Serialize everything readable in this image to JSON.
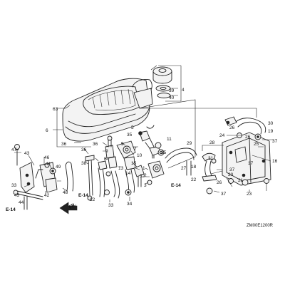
{
  "diagram": {
    "code": "ZM00E1200R",
    "fr_label": "FR.",
    "callouts": [
      {
        "id": "c4",
        "text": "4"
      },
      {
        "id": "c39",
        "text": "39"
      },
      {
        "id": "c40",
        "text": "40"
      },
      {
        "id": "c63",
        "text": "63"
      },
      {
        "id": "c6",
        "text": "6"
      },
      {
        "id": "c36a",
        "text": "36"
      },
      {
        "id": "c36b",
        "text": "36"
      },
      {
        "id": "c35",
        "text": "35"
      },
      {
        "id": "c11",
        "text": "11"
      },
      {
        "id": "c5",
        "text": "5"
      },
      {
        "id": "c29",
        "text": "29"
      },
      {
        "id": "c30",
        "text": "30"
      },
      {
        "id": "c19",
        "text": "19"
      },
      {
        "id": "c24",
        "text": "24"
      },
      {
        "id": "c26a",
        "text": "26"
      },
      {
        "id": "c26b",
        "text": "26"
      },
      {
        "id": "c37a",
        "text": "37"
      },
      {
        "id": "c25",
        "text": "25"
      },
      {
        "id": "c28",
        "text": "28"
      },
      {
        "id": "c27",
        "text": "27"
      },
      {
        "id": "c31",
        "text": "31"
      },
      {
        "id": "c16",
        "text": "16"
      },
      {
        "id": "c17",
        "text": "17"
      },
      {
        "id": "c18",
        "text": "18"
      },
      {
        "id": "c20",
        "text": "20"
      },
      {
        "id": "c21",
        "text": "21"
      },
      {
        "id": "c22",
        "text": "22"
      },
      {
        "id": "c23",
        "text": "23"
      },
      {
        "id": "c37b",
        "text": "37"
      },
      {
        "id": "c37c",
        "text": "37"
      },
      {
        "id": "c26c",
        "text": "26"
      },
      {
        "id": "c47",
        "text": "47"
      },
      {
        "id": "c43",
        "text": "43"
      },
      {
        "id": "c46",
        "text": "46"
      },
      {
        "id": "c41",
        "text": "41"
      },
      {
        "id": "c49",
        "text": "49"
      },
      {
        "id": "c42",
        "text": "42"
      },
      {
        "id": "c48",
        "text": "48"
      },
      {
        "id": "c33a",
        "text": "33"
      },
      {
        "id": "c45",
        "text": "45"
      },
      {
        "id": "c44",
        "text": "44"
      },
      {
        "id": "c36c",
        "text": "36"
      },
      {
        "id": "c38",
        "text": "38"
      },
      {
        "id": "c9a",
        "text": "9"
      },
      {
        "id": "c9b",
        "text": "9"
      },
      {
        "id": "c12",
        "text": "12"
      },
      {
        "id": "c7",
        "text": "7"
      },
      {
        "id": "c10",
        "text": "10"
      },
      {
        "id": "c8",
        "text": "8"
      },
      {
        "id": "c13",
        "text": "13"
      },
      {
        "id": "c15",
        "text": "15"
      },
      {
        "id": "c14",
        "text": "14"
      },
      {
        "id": "c32",
        "text": "32"
      },
      {
        "id": "c1",
        "text": "1"
      },
      {
        "id": "c2",
        "text": "2"
      },
      {
        "id": "c3",
        "text": "3"
      },
      {
        "id": "c33b",
        "text": "33"
      },
      {
        "id": "c34",
        "text": "34"
      },
      {
        "id": "c35b",
        "text": "35"
      }
    ],
    "refs": [
      {
        "id": "e14a",
        "text": "E-14"
      },
      {
        "id": "e14b",
        "text": "E-14"
      },
      {
        "id": "e14c",
        "text": "E-14"
      }
    ]
  }
}
